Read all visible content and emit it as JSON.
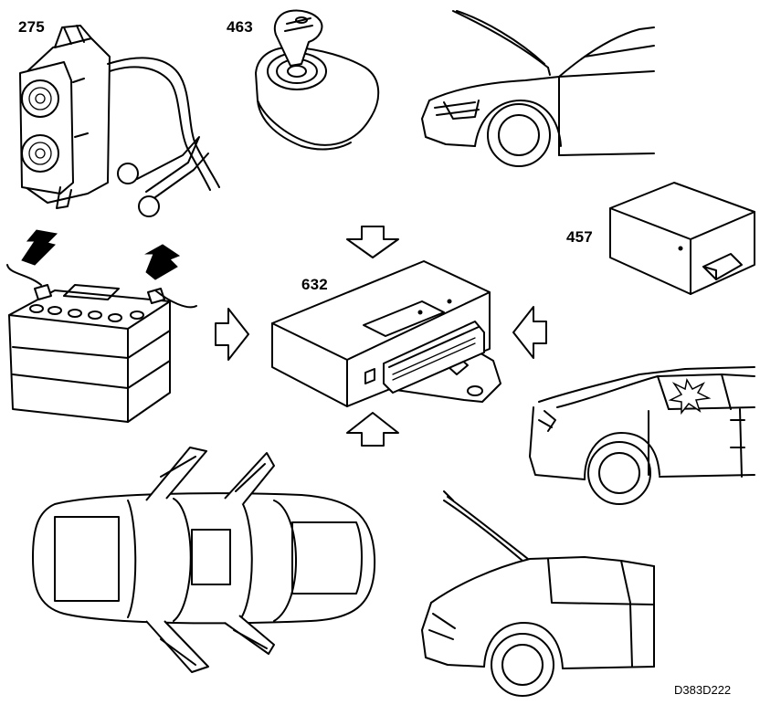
{
  "figure": {
    "reference_code": "D383D222",
    "labels": {
      "siren": "275",
      "ignition_switch": "463",
      "control_module": "632",
      "sensor_module": "457"
    }
  }
}
